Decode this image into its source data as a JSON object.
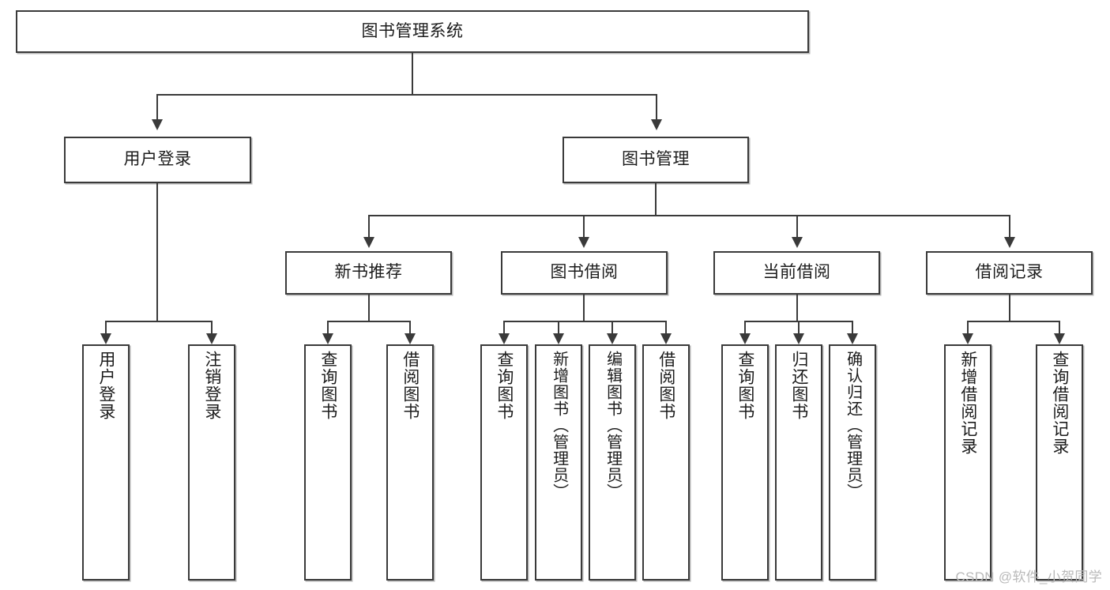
{
  "diagram": {
    "title": "图书管理系统",
    "root": {
      "label": "图书管理系统"
    },
    "level2": [
      {
        "label": "用户登录"
      },
      {
        "label": "图书管理"
      }
    ],
    "level3": [
      {
        "label": "新书推荐"
      },
      {
        "label": "图书借阅"
      },
      {
        "label": "当前借阅"
      },
      {
        "label": "借阅记录"
      }
    ],
    "leaves": {
      "user_login": [
        {
          "label": "用户登录"
        },
        {
          "label": "注销登录"
        }
      ],
      "new_book_recommend": [
        {
          "label": "查询图书"
        },
        {
          "label": "借阅图书"
        }
      ],
      "book_borrow": [
        {
          "label": "查询图书"
        },
        {
          "label": "新增图书（管理员）"
        },
        {
          "label": "编辑图书（管理员）"
        },
        {
          "label": "借阅图书"
        }
      ],
      "current_borrow": [
        {
          "label": "查询图书"
        },
        {
          "label": "归还图书"
        },
        {
          "label": "确认归还（管理员）"
        }
      ],
      "borrow_record": [
        {
          "label": "新增借阅记录"
        },
        {
          "label": "查询借阅记录"
        }
      ]
    }
  },
  "watermark": {
    "text": "CSDN @软件_小贺同学"
  },
  "colors": {
    "stroke": "#3a3a3a",
    "text": "#1c1c1c",
    "background": "#ffffff",
    "watermark": "#b9b9b9"
  }
}
